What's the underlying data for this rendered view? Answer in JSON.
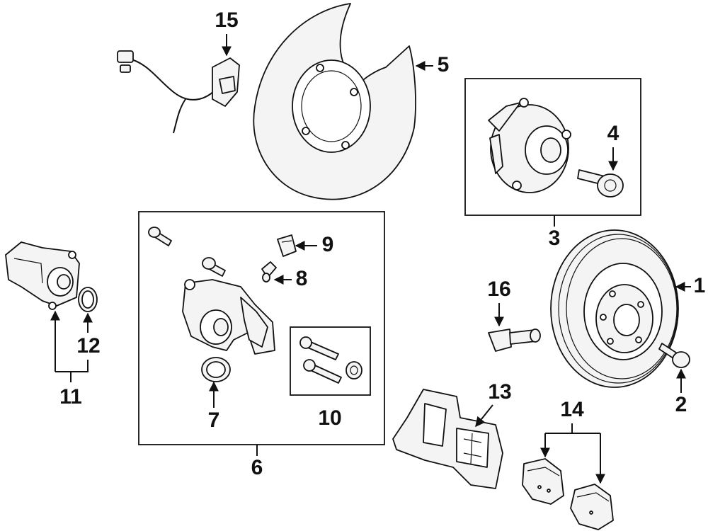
{
  "callouts": {
    "c1": "1",
    "c2": "2",
    "c3": "3",
    "c4": "4",
    "c5": "5",
    "c6": "6",
    "c7": "7",
    "c8": "8",
    "c9": "9",
    "c10": "10",
    "c11": "11",
    "c12": "12",
    "c13": "13",
    "c14": "14",
    "c15": "15",
    "c16": "16"
  },
  "colors": {
    "ink": "#111111",
    "part_fill": "#f4f4f4",
    "background": "#ffffff"
  }
}
